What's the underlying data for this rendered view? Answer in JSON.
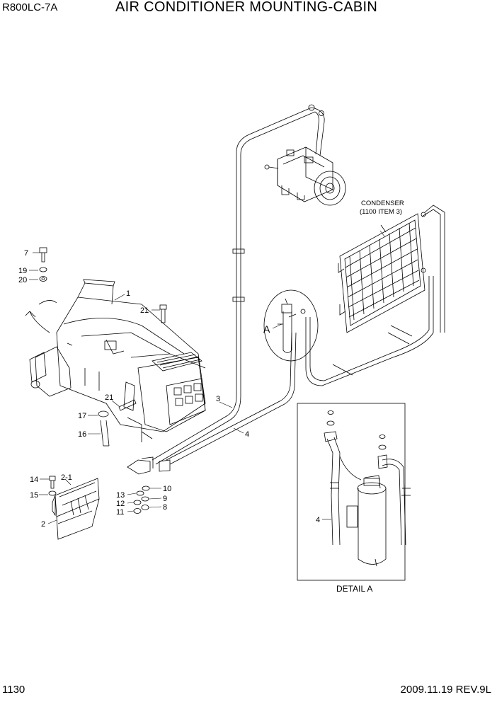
{
  "header": {
    "model": "R800LC-7A",
    "title": "AIR CONDITIONER MOUNTING-CABIN"
  },
  "footer": {
    "page": "1130",
    "date_rev": "2009.11.19  REV.9L"
  },
  "callouts": {
    "condenser_line1": "CONDENSER",
    "condenser_line2": "(1100 ITEM 3)",
    "detail_marker": "A",
    "detail_caption": "DETAIL  A"
  },
  "part_numbers": {
    "p1": "1",
    "p2": "2",
    "p2_1": "2-1",
    "p3": "3",
    "p4": "4",
    "p4_detail": "4",
    "p7": "7",
    "p8": "8",
    "p9": "9",
    "p10": "10",
    "p11": "11",
    "p12": "12",
    "p13": "13",
    "p14": "14",
    "p15": "15",
    "p16": "16",
    "p17": "17",
    "p19": "19",
    "p20": "20",
    "p21a": "21",
    "p21b": "21"
  }
}
